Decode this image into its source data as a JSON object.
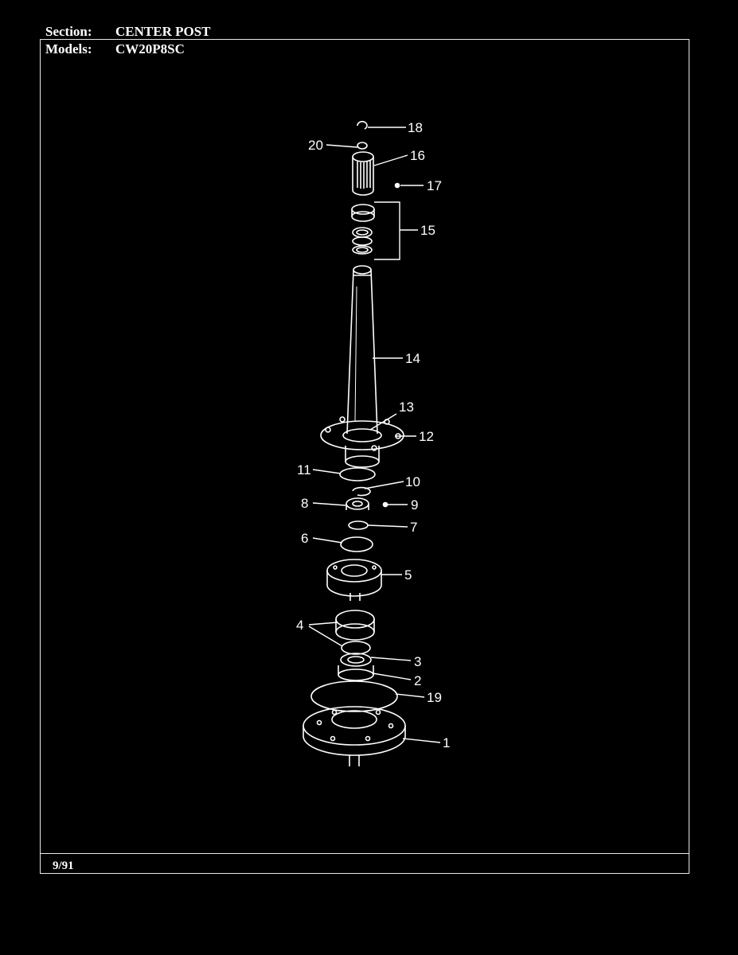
{
  "header": {
    "section_label": "Section:",
    "section_value": "CENTER POST",
    "models_label": "Models:",
    "models_value": "CW20P8SC"
  },
  "footer": {
    "date": "9/91"
  },
  "callouts": {
    "c1": "1",
    "c2": "2",
    "c3": "3",
    "c4": "4",
    "c5": "5",
    "c6": "6",
    "c7": "7",
    "c8": "8",
    "c9": "9",
    "c10": "10",
    "c11": "11",
    "c12": "12",
    "c13": "13",
    "c14": "14",
    "c15": "15",
    "c16": "16",
    "c17": "17",
    "c18": "18",
    "c19": "19",
    "c20": "20"
  }
}
